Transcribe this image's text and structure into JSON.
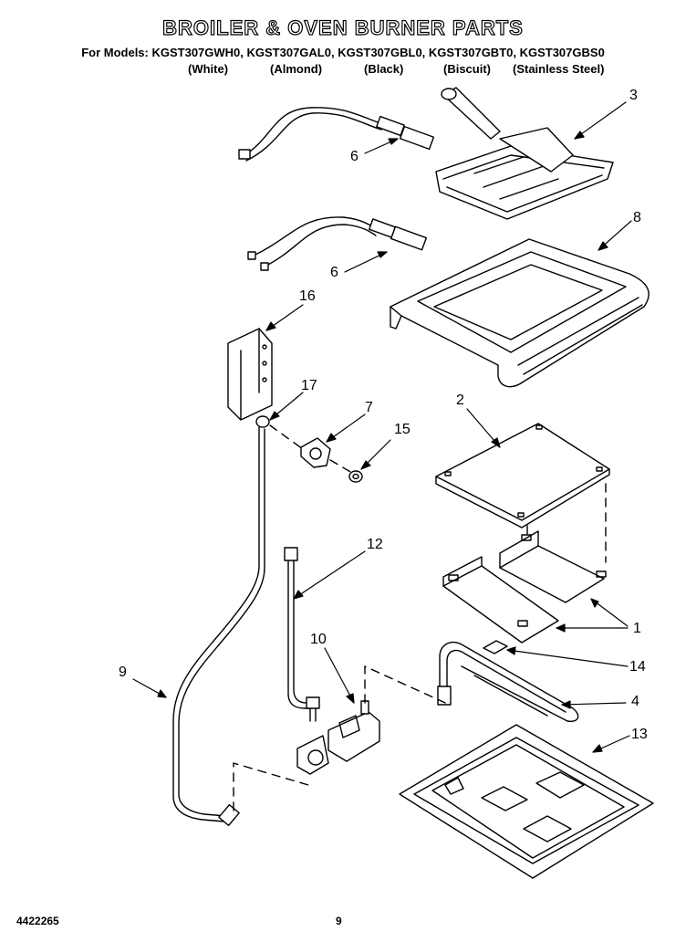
{
  "header": {
    "title": "BROILER & OVEN BURNER PARTS",
    "models": "For Models: KGST307GWH0, KGST307GAL0, KGST307GBL0, KGST307GBT0, KGST307GBS0",
    "finishes": [
      "(White)",
      "(Almond)",
      "(Black)",
      "(Biscuit)",
      "(Stainless Steel)"
    ]
  },
  "callouts": {
    "c3": "3",
    "c6a": "6",
    "c8": "8",
    "c6b": "6",
    "c16": "16",
    "c17": "17",
    "c7": "7",
    "c15": "15",
    "c2": "2",
    "c12": "12",
    "c1": "1",
    "c10": "10",
    "c14": "14",
    "c9": "9",
    "c4": "4",
    "c13": "13"
  },
  "footer": {
    "doc_number": "4422265",
    "page_number": "9"
  }
}
